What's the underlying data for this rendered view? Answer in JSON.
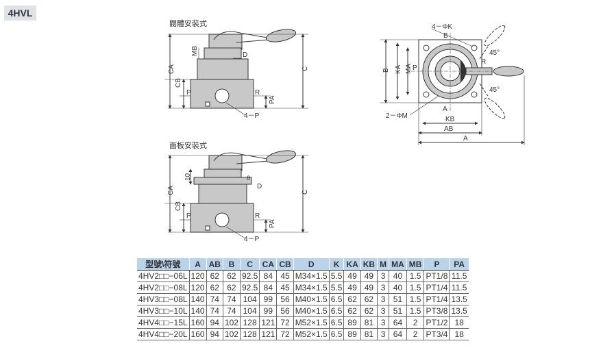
{
  "badge": "4HVL",
  "drawings": {
    "body_mount_title": "閥體安裝式",
    "panel_mount_title": "面板安裝式",
    "labels": {
      "CA": "CA",
      "CB": "CB",
      "C": "C",
      "MB": "MB",
      "D": "D",
      "P": "P",
      "R": "R",
      "PA": "PA",
      "4P": "4－P",
      "10": "10",
      "8": "8",
      "4K": "4－ΦK",
      "B": "B",
      "KA": "KA",
      "MA": "MA",
      "A": "A",
      "KB": "KB",
      "AB": "AB",
      "2M": "2－ΦM",
      "deg45": "45°"
    }
  },
  "table": {
    "headers": [
      "型號\\符號",
      "A",
      "AB",
      "B",
      "C",
      "CA",
      "CB",
      "D",
      "K",
      "KA",
      "KB",
      "M",
      "MA",
      "MB",
      "P",
      "PA"
    ],
    "rows": [
      [
        "4HV2□□−06L",
        "120",
        "62",
        "62",
        "92.5",
        "84",
        "45",
        "M34×1.5",
        "5.5",
        "49",
        "49",
        "3",
        "40",
        "1.5",
        "PT1/8",
        "11.5"
      ],
      [
        "4HV2□□−08L",
        "120",
        "62",
        "62",
        "92.5",
        "84",
        "45",
        "M34×1.5",
        "5.5",
        "49",
        "49",
        "3",
        "40",
        "1.5",
        "PT1/4",
        "11.5"
      ],
      [
        "4HV3□□−08L",
        "140",
        "74",
        "74",
        "104",
        "99",
        "56",
        "M40×1.5",
        "6.5",
        "62",
        "62",
        "3",
        "51",
        "1.5",
        "PT1/4",
        "13.5"
      ],
      [
        "4HV3□□−10L",
        "140",
        "74",
        "74",
        "104",
        "99",
        "56",
        "M40×1.5",
        "6.5",
        "62",
        "62",
        "3",
        "51",
        "1.5",
        "PT3/8",
        "13.5"
      ],
      [
        "4HV4□□−15L",
        "160",
        "94",
        "102",
        "128",
        "121",
        "72",
        "M52×1.5",
        "6.5",
        "89",
        "81",
        "3",
        "64",
        "2",
        "PT1/2",
        "18"
      ],
      [
        "4HV4□□−20L",
        "160",
        "94",
        "102",
        "128",
        "121",
        "72",
        "M52×1.5",
        "6.5",
        "89",
        "81",
        "3",
        "64",
        "2",
        "PT3/4",
        "18"
      ]
    ]
  },
  "colors": {
    "header_bg": "#b8d3ea",
    "badge_bg": "#dfe3e8",
    "part_fill": "#c8c8c8"
  }
}
